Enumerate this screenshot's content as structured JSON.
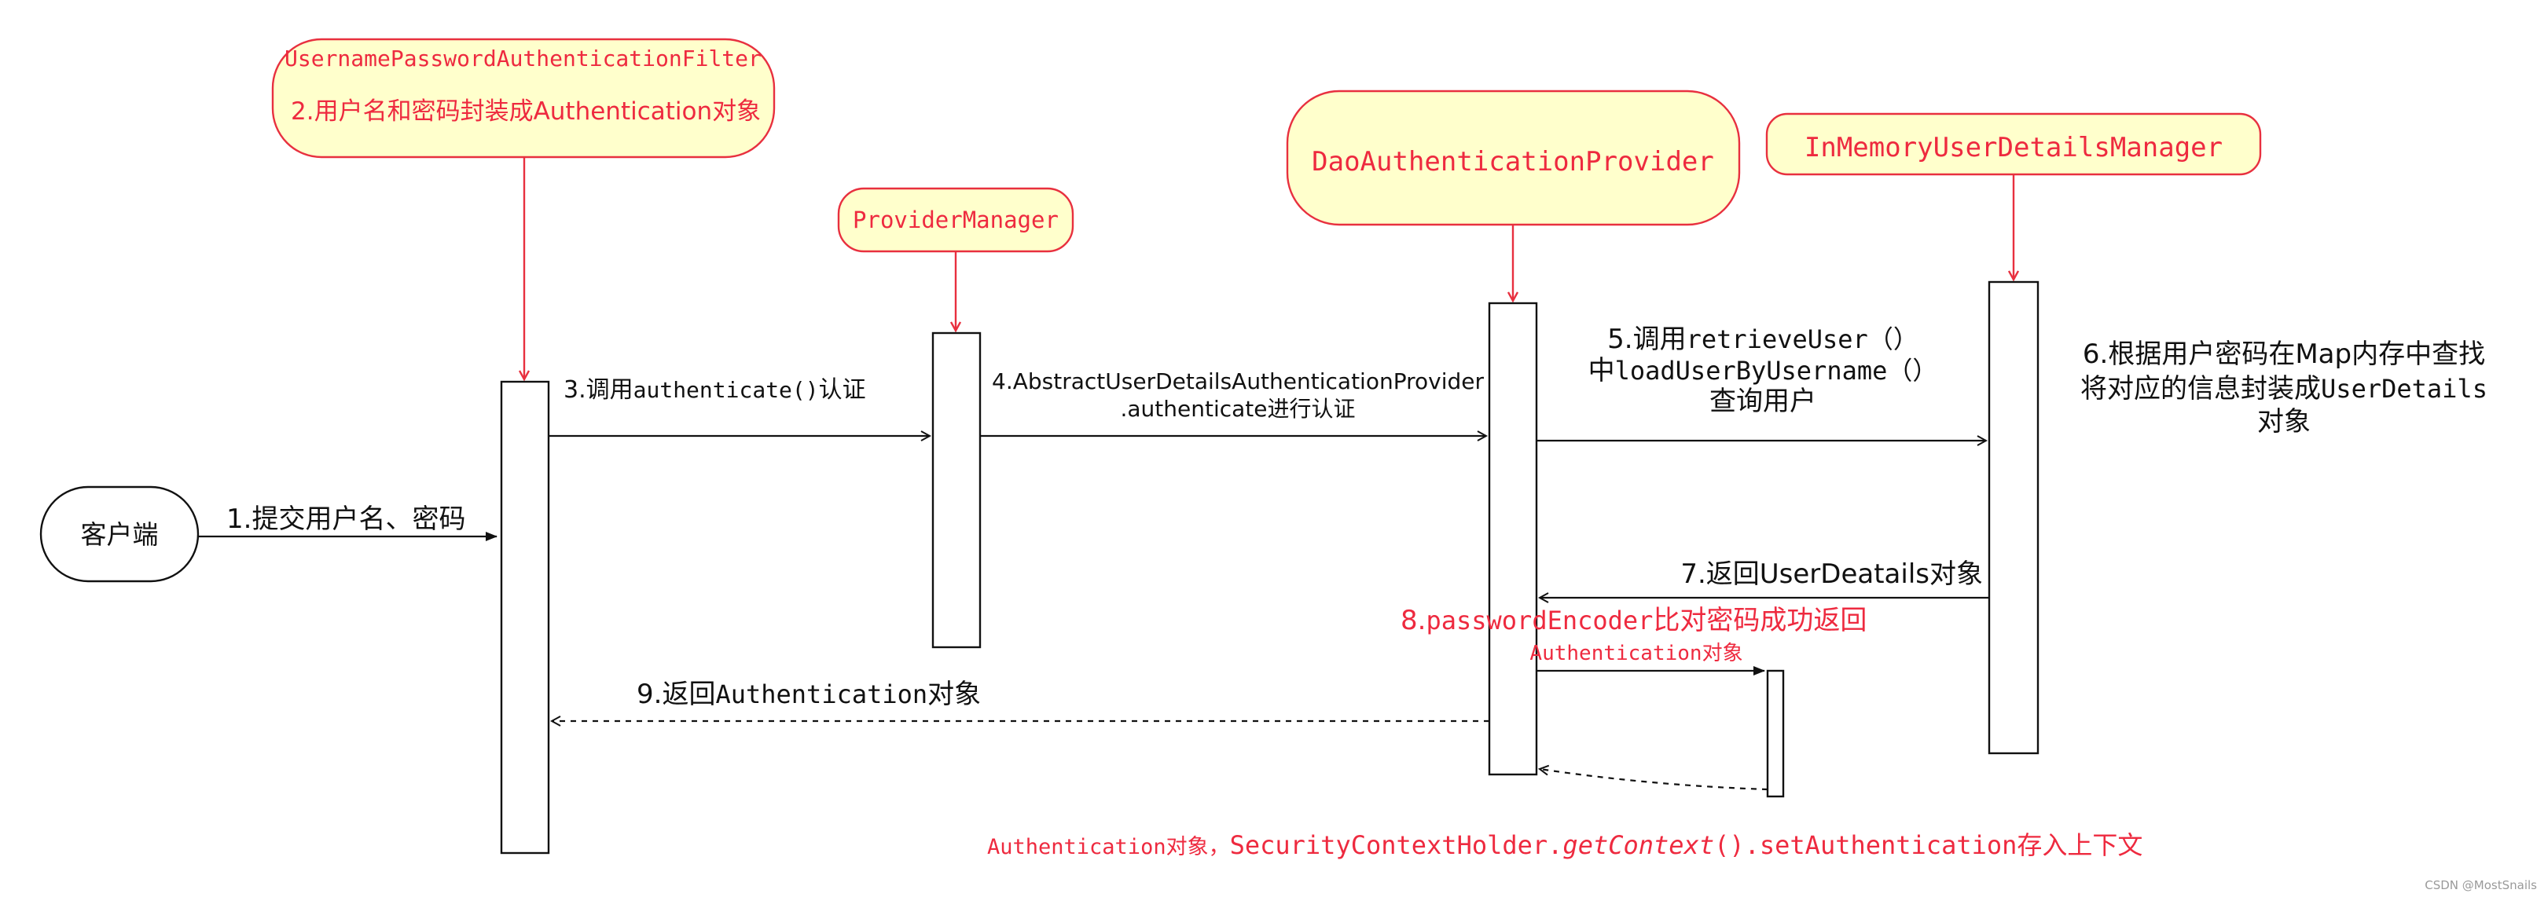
{
  "colors": {
    "participant_fill": "#ffffcc",
    "participant_border": "#e8303f",
    "accent_text": "#ee2a3f",
    "line": "#111111"
  },
  "participants": {
    "client": "客户端",
    "filter": {
      "title": "UsernamePasswordAuthenticationFilter",
      "note": "2.用户名和密码封装成Authentication对象"
    },
    "provider_manager": "ProviderManager",
    "dao_provider": "DaoAuthenticationProvider",
    "user_details_manager": "InMemoryUserDetailsManager"
  },
  "messages": {
    "m1": "1.提交用户名、密码",
    "m3_prefix": "3.调用",
    "m3_method": "authenticate()",
    "m3_suffix": "认证",
    "m4_line1": "4.AbstractUserDetailsAuthenticationProvider",
    "m4_line2": ".authenticate进行认证",
    "m5_prefix": "5.调用",
    "m5_method": "retrieveUser（）",
    "m5_line2_prefix": "中",
    "m5_line2_method": "loadUserByUsername（）",
    "m5_line3": "查询用户",
    "m6_line1": "6.根据用户密码在Map内存中查找",
    "m6_line2_prefix": "将对应的信息封装成",
    "m6_line2_code": "UserDetails",
    "m6_line3": "对象",
    "m7": "7.返回UserDeatails对象",
    "m8_prefix": "8.",
    "m8_code": "passwordEncoder",
    "m8_suffix": "比对密码成功返回",
    "m8_line2": "Authentication对象",
    "m9_prefix": "9.返回",
    "m9_code": "Authentication",
    "m9_suffix": "对象",
    "bottom_prefix": "Authentication对象，",
    "bottom_code_a": "SecurityContextHolder.",
    "bottom_code_italic": "getContext",
    "bottom_code_b": "().setAuthentication",
    "bottom_suffix": "存入上下文"
  },
  "watermark": "CSDN @MostSnails"
}
